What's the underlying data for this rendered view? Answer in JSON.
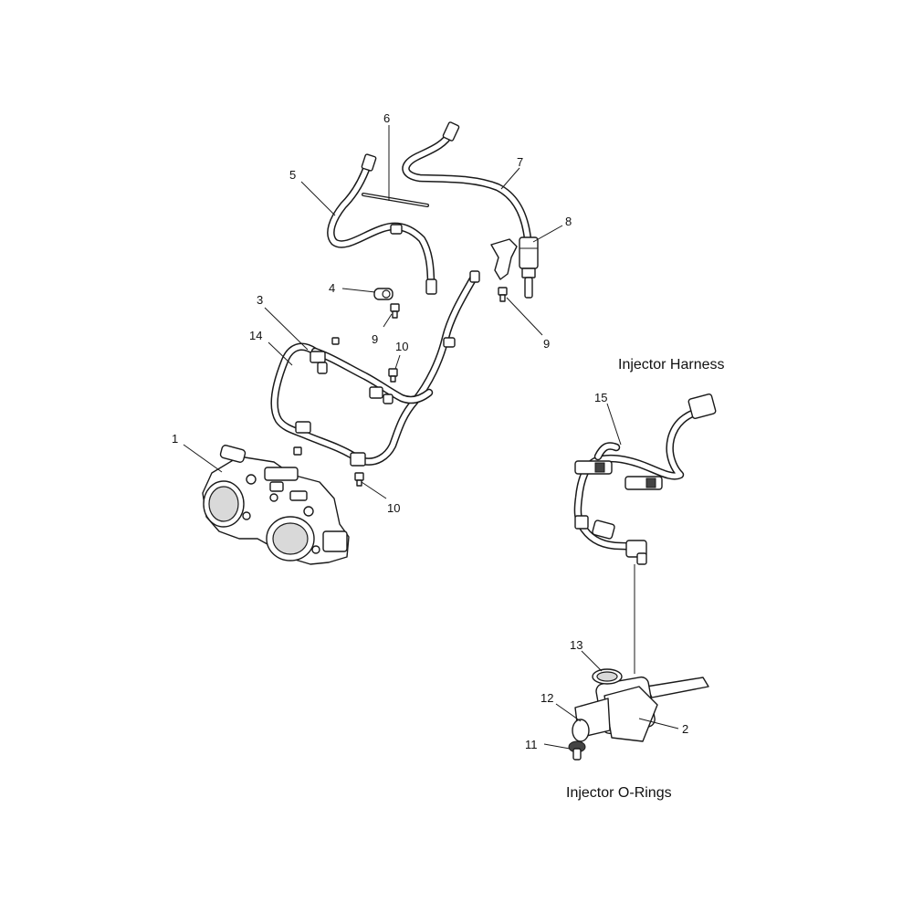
{
  "callouts": [
    "1",
    "2",
    "3",
    "4",
    "5",
    "6",
    "7",
    "8",
    "9",
    "9",
    "10",
    "10",
    "11",
    "12",
    "13",
    "14",
    "15"
  ],
  "sections": {
    "injector_harness": "Injector Harness",
    "injector_orings": "Injector O-Rings"
  }
}
